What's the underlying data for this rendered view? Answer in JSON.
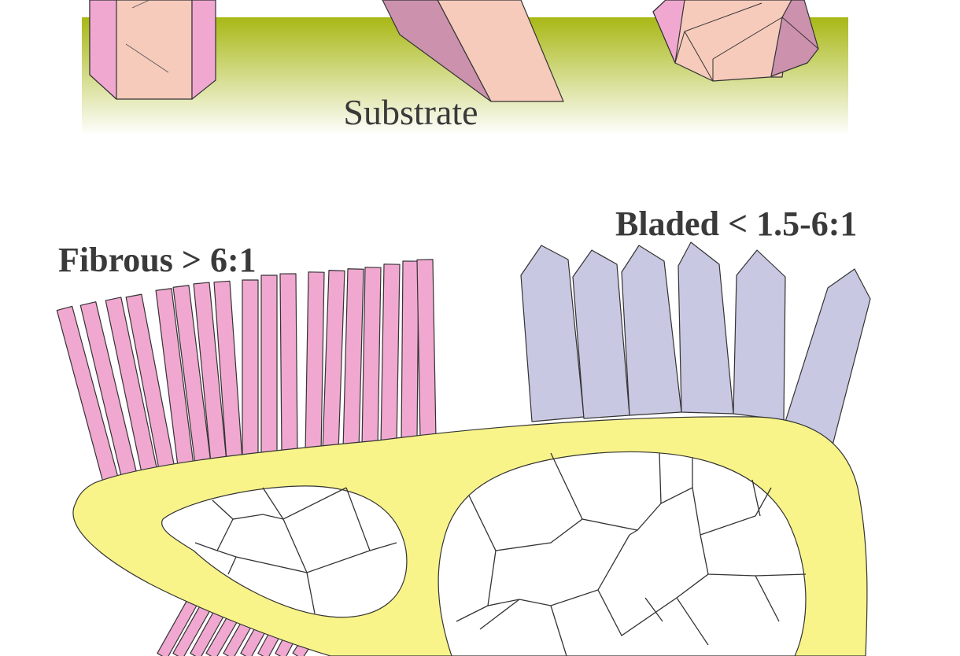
{
  "labels": {
    "substrate": "Substrate",
    "fibrous": "Fibrous > 6:1",
    "bladed": "Bladed < 1.5-6:1"
  },
  "colors": {
    "substrate_top": "#a8b816",
    "substrate_bottom": "#ffffff",
    "crystal_pink": "#f6cbbb",
    "crystal_pink_side": "#f0a8d0",
    "crystal_pink_shade": "#cc91ad",
    "fiber_pink": "#f0a8d0",
    "blade_lavender": "#c8c8e2",
    "grain_yellow": "#f8f48a",
    "mosaic_peach": "#f8cebb",
    "outline": "#333333",
    "text": "#3a3a3a"
  }
}
